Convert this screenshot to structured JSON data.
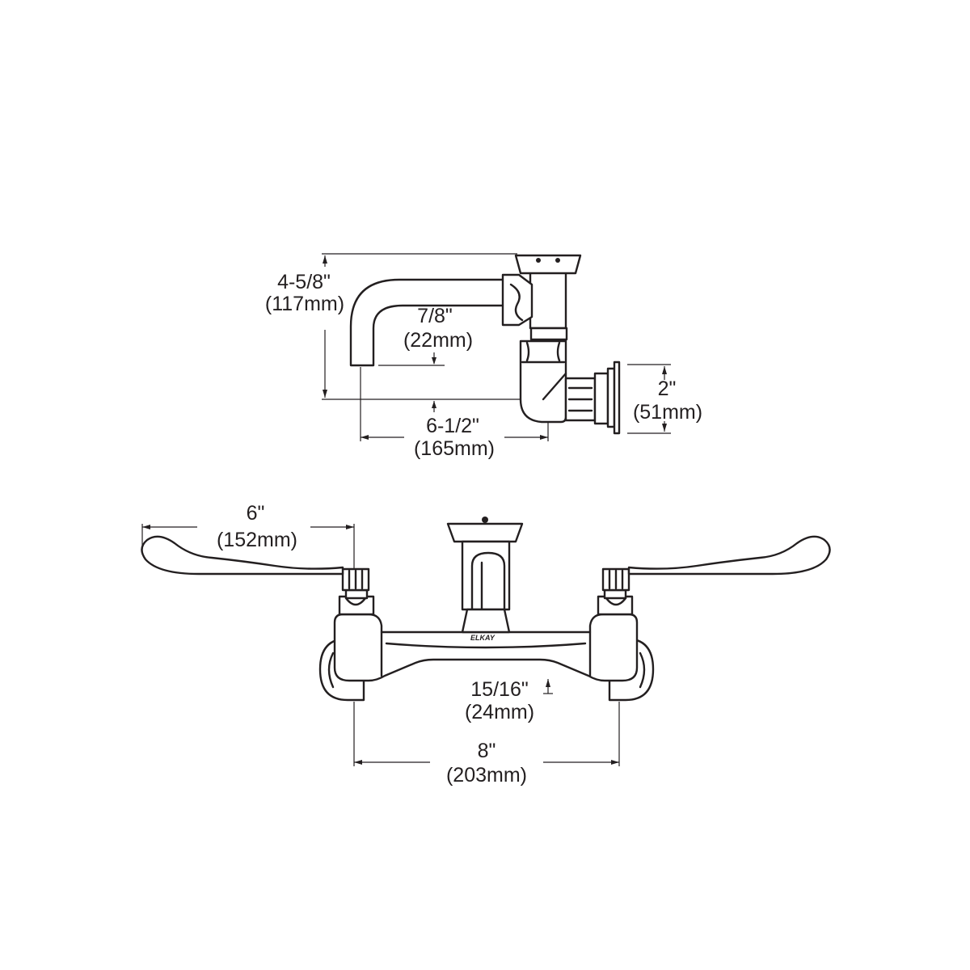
{
  "side_view": {
    "height_to_top": {
      "inch": "4-5/8\"",
      "mm": "(117mm)"
    },
    "spout_drop": {
      "inch": "7/8\"",
      "mm": "(22mm)"
    },
    "spout_reach": {
      "inch": "6-1/2\"",
      "mm": "(165mm)"
    },
    "inlet_height": {
      "inch": "2\"",
      "mm": "(51mm)"
    }
  },
  "front_view": {
    "handle_length": {
      "inch": "6\"",
      "mm": "(152mm)"
    },
    "body_thickness": {
      "inch": "15/16\"",
      "mm": "(24mm)"
    },
    "centers": {
      "inch": "8\"",
      "mm": "(203mm)"
    },
    "brand_mark": "ELKAY"
  }
}
